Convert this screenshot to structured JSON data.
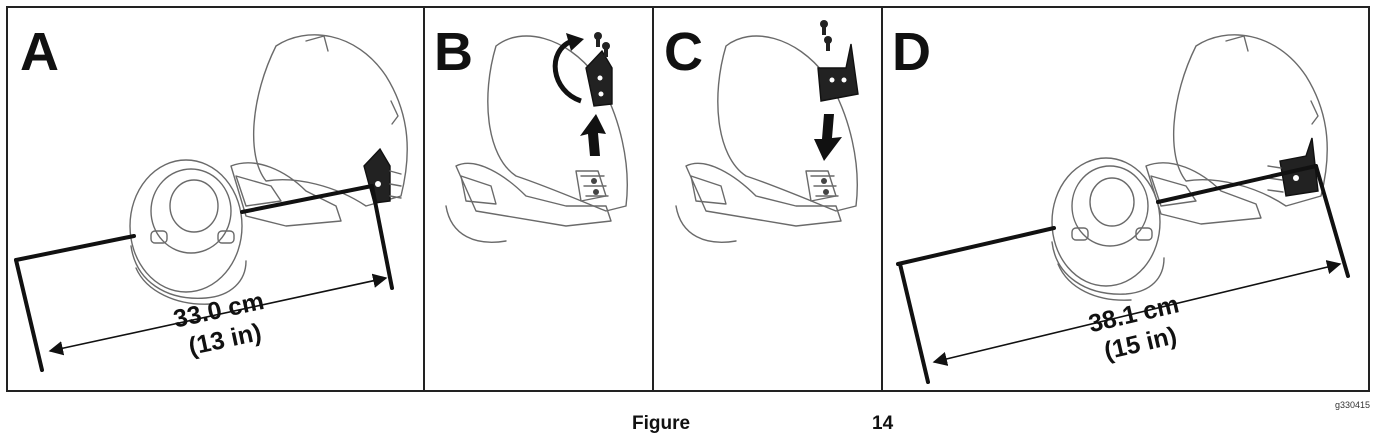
{
  "panels": [
    {
      "letter": "A",
      "measurement": {
        "metric": "33.0 cm",
        "imperial": "(13 in)"
      }
    },
    {
      "letter": "B"
    },
    {
      "letter": "C"
    },
    {
      "letter": "D",
      "measurement": {
        "metric": "38.1 cm",
        "imperial": "(15 in)"
      }
    }
  ],
  "caption": {
    "word": "Figure",
    "number": "14"
  },
  "image_code": "g330415",
  "colors": {
    "ink": "#111111",
    "outline": "#6a6a6a",
    "border": "#222222"
  }
}
